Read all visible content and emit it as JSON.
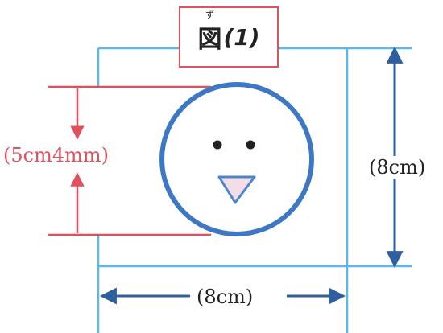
{
  "figure": {
    "title_char": "図",
    "title_ruby": "ず",
    "title_number": "(1)"
  },
  "dimensions": {
    "height_label": "(5cm4mm)",
    "right_label": "(8cm)",
    "bottom_label": "(8cm)"
  },
  "colors": {
    "frame_line": "#5bb8e8",
    "red_lines": "#e0505f",
    "arrow_blue": "#2f5f9e",
    "circle_stroke": "#3e78c4",
    "beak_fill": "#f3dde6",
    "beak_stroke": "#4a86c8"
  }
}
